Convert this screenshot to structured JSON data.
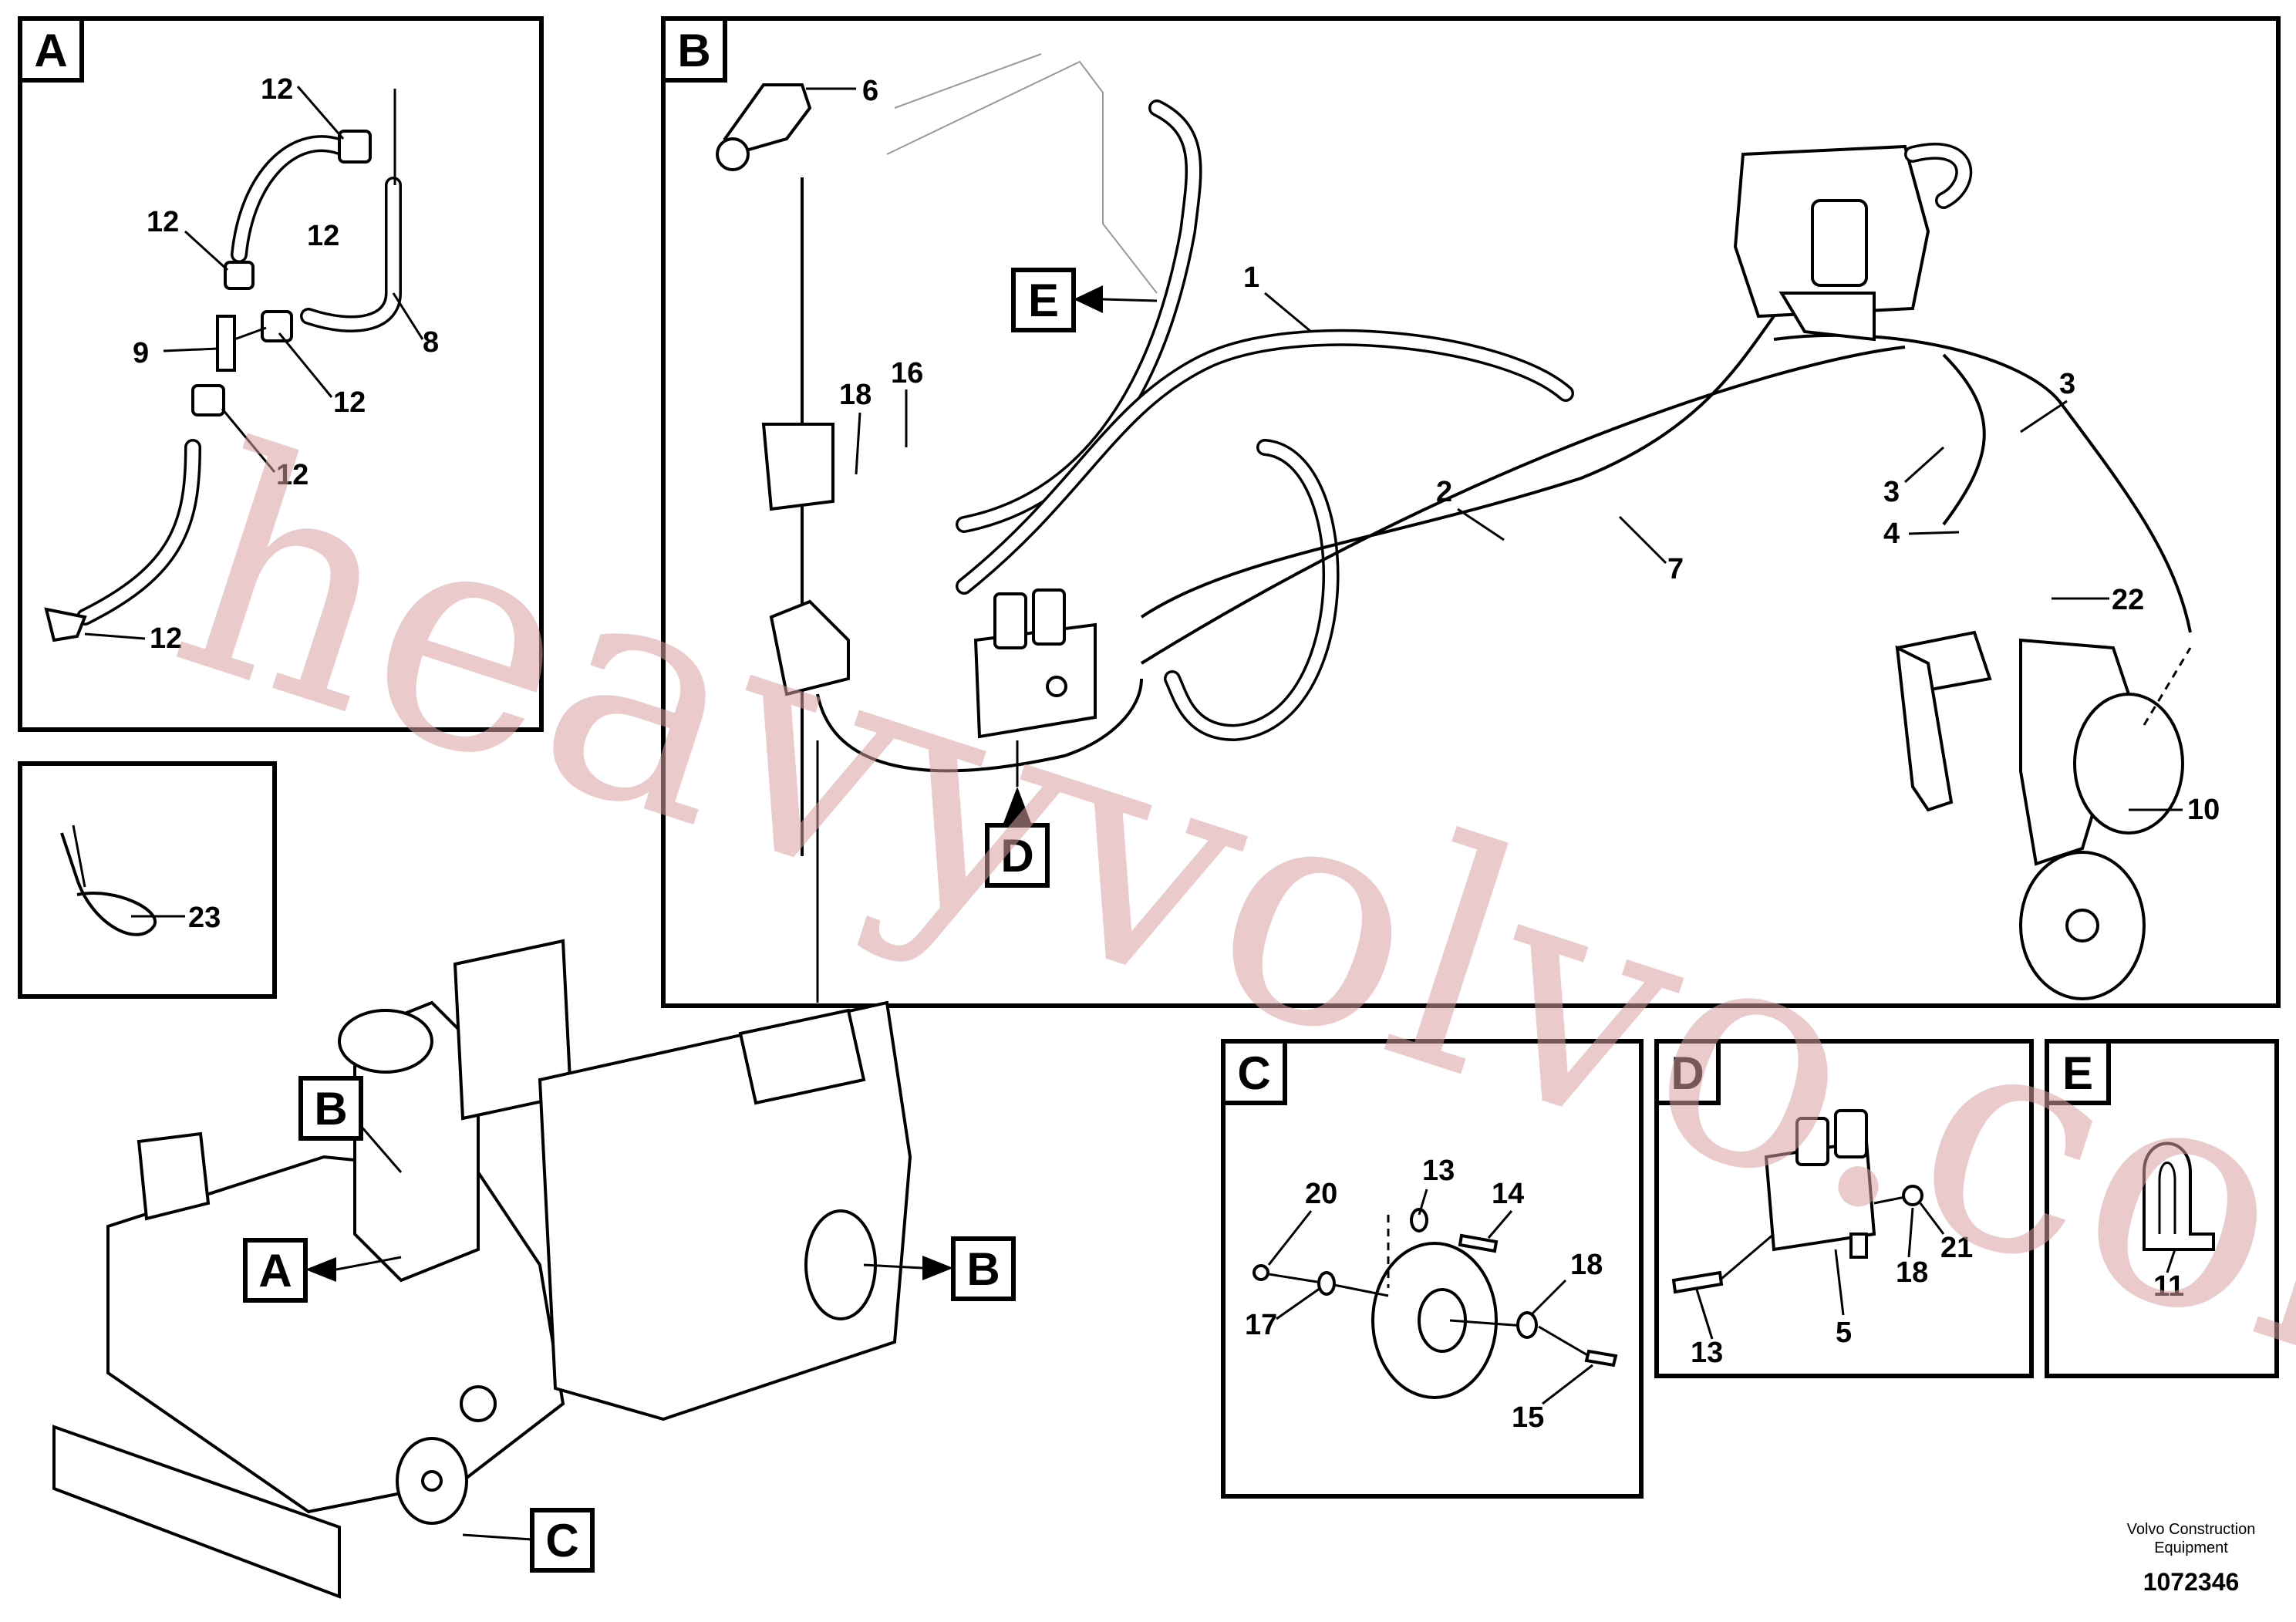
{
  "panels": {
    "A": {
      "label": "A",
      "callouts": [
        "12",
        "12",
        "12",
        "9",
        "8",
        "12",
        "12",
        "12"
      ]
    },
    "B": {
      "label": "B",
      "callouts": [
        "6",
        "1",
        "18",
        "16",
        "2",
        "7",
        "3",
        "3",
        "4",
        "22",
        "10"
      ]
    },
    "C": {
      "label": "C",
      "callouts": [
        "20",
        "13",
        "14",
        "18",
        "17",
        "15"
      ]
    },
    "D": {
      "label": "D",
      "callouts": [
        "21",
        "18",
        "13",
        "5"
      ]
    },
    "E": {
      "label": "E",
      "callouts": [
        "11"
      ]
    },
    "clip": {
      "callouts": [
        "23"
      ]
    }
  },
  "overview_tags": [
    "B",
    "A",
    "B",
    "C"
  ],
  "detail_refs": [
    "E",
    "D"
  ],
  "watermark": "heavyvolvo.com",
  "footer": {
    "company_line1": "Volvo Construction",
    "company_line2": "Equipment",
    "doc_number": "1072346"
  }
}
